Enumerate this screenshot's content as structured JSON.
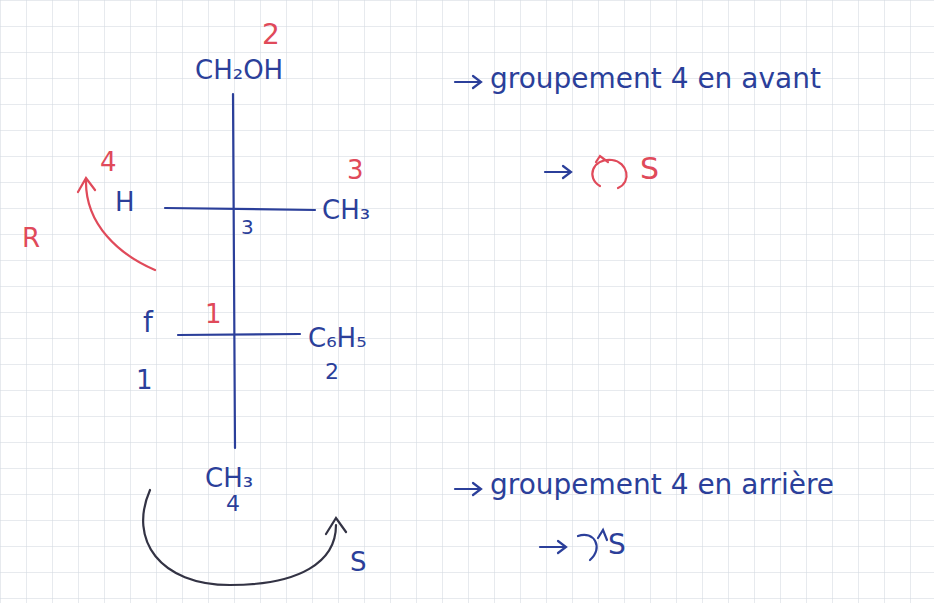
{
  "diagram": {
    "labels": [
      "2",
      "CH₂OH",
      "groupement 4 en avant",
      "S",
      "4",
      "R",
      "H",
      "3",
      "CH₃",
      "3",
      "1",
      "f",
      "C₆H₅",
      "1",
      "2",
      "CH₃",
      "4",
      "S",
      "groupement 4 en arrière",
      "S"
    ]
  }
}
